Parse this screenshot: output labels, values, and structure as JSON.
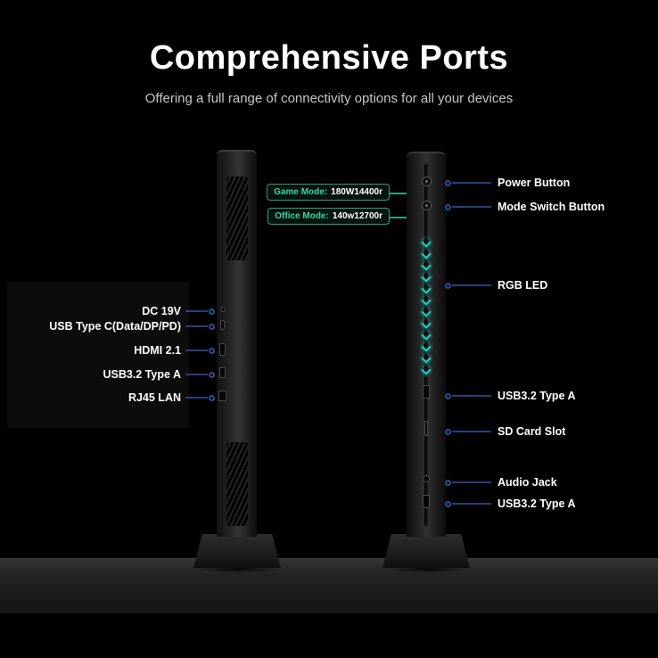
{
  "header": {
    "title": "Comprehensive Ports",
    "subtitle": "Offering a full range of connectivity options for all your devices"
  },
  "mode_badges": [
    {
      "label": "Game Mode:",
      "value": "180W14400r"
    },
    {
      "label": "Office Mode:",
      "value": "140w12700r"
    }
  ],
  "rear_ports": [
    {
      "label": "DC 19V"
    },
    {
      "label": "USB Type C(Data/DP/PD)"
    },
    {
      "label": "HDMI 2.1"
    },
    {
      "label": "USB3.2 Type A"
    },
    {
      "label": "RJ45 LAN"
    }
  ],
  "front_ports": [
    {
      "label": "Power Button"
    },
    {
      "label": "Mode Switch Button"
    },
    {
      "label": "RGB LED"
    },
    {
      "label": "USB3.2 Type A"
    },
    {
      "label": "SD Card Slot"
    },
    {
      "label": "Audio Jack"
    },
    {
      "label": "USB3.2 Type A"
    }
  ],
  "colors": {
    "background": "#000000",
    "led_teal": "#17d6c9",
    "badge_green": "#35d89f",
    "callout_line_blue": "#24407c"
  }
}
